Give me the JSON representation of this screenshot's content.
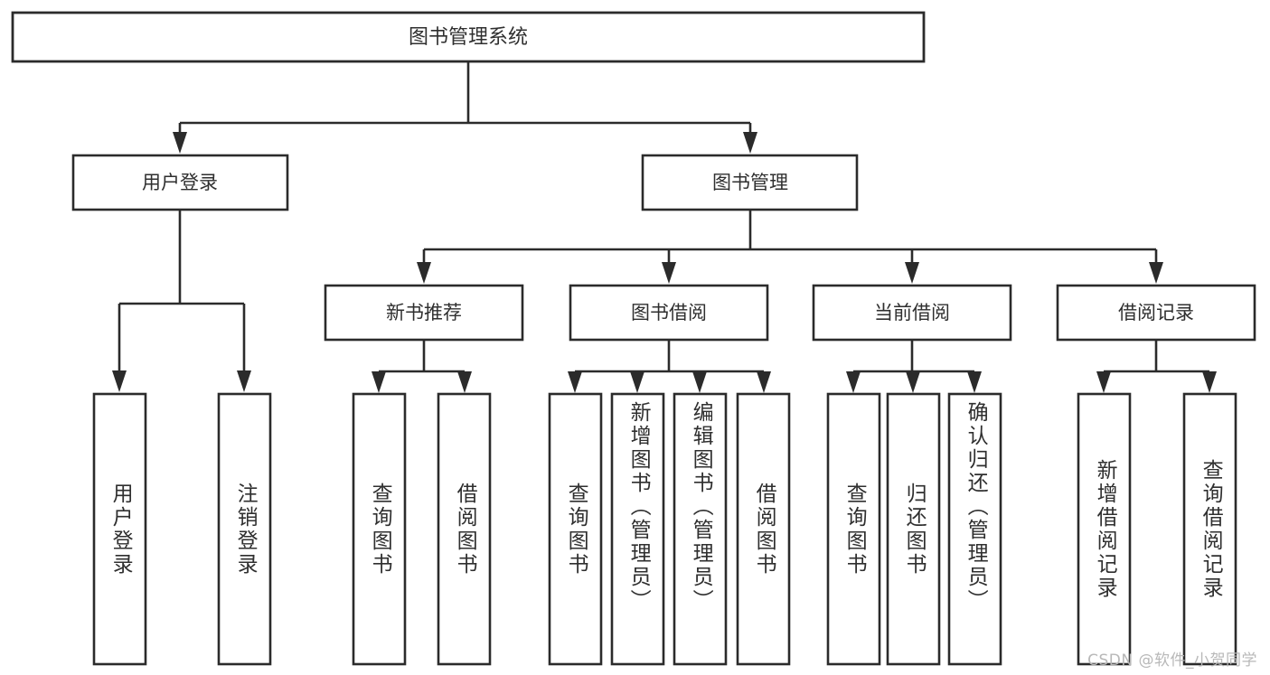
{
  "diagram": {
    "type": "tree",
    "title": "图书管理系统",
    "root": {
      "label": "图书管理系统"
    },
    "level1": [
      {
        "label": "用户登录"
      },
      {
        "label": "图书管理"
      }
    ],
    "level2": [
      {
        "label": "新书推荐"
      },
      {
        "label": "图书借阅"
      },
      {
        "label": "当前借阅"
      },
      {
        "label": "借阅记录"
      }
    ],
    "leaves": {
      "user_login": [
        {
          "label": "用户登录"
        },
        {
          "label": "注销登录"
        }
      ],
      "new_book_recommend": [
        {
          "label": "查询图书"
        },
        {
          "label": "借阅图书"
        }
      ],
      "book_borrow": [
        {
          "label": "查询图书"
        },
        {
          "label": "新增图书（管理员）"
        },
        {
          "label": "编辑图书（管理员）"
        },
        {
          "label": "借阅图书"
        }
      ],
      "current_borrow": [
        {
          "label": "查询图书"
        },
        {
          "label": "归还图书"
        },
        {
          "label": "确认归还（管理员）"
        }
      ],
      "borrow_record": [
        {
          "label": "新增借阅记录"
        },
        {
          "label": "查询借阅记录"
        }
      ]
    }
  },
  "watermark": {
    "text": "CSDN @软件_小贺同学"
  },
  "colors": {
    "stroke": "#2b2b2b",
    "text": "#2f2f2f",
    "background": "#ffffff",
    "watermark": "#b8b8b8"
  }
}
